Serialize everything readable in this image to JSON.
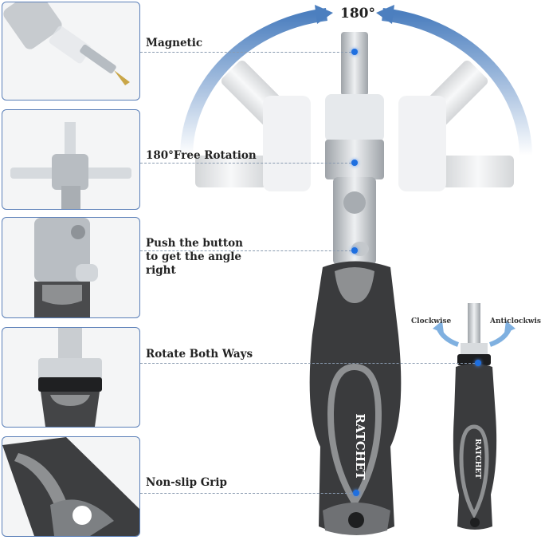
{
  "angle_label": "180°",
  "callouts": [
    {
      "label": "Magnetic"
    },
    {
      "label": "180°Free Rotation"
    },
    {
      "label": "Push the button to get the angle right"
    },
    {
      "label": "Rotate Both Ways"
    },
    {
      "label": "Non-slip Grip"
    }
  ],
  "direction_labels": {
    "left": "Clockwise",
    "right": "Anticlockwise"
  },
  "handle_text": "RATCHET",
  "colors": {
    "accent": "#1e6fe0",
    "arc": "#5b8cc4",
    "handle_dark": "#3a3b3d",
    "handle_grey": "#8e9092",
    "metal": "#cfd3d6"
  }
}
